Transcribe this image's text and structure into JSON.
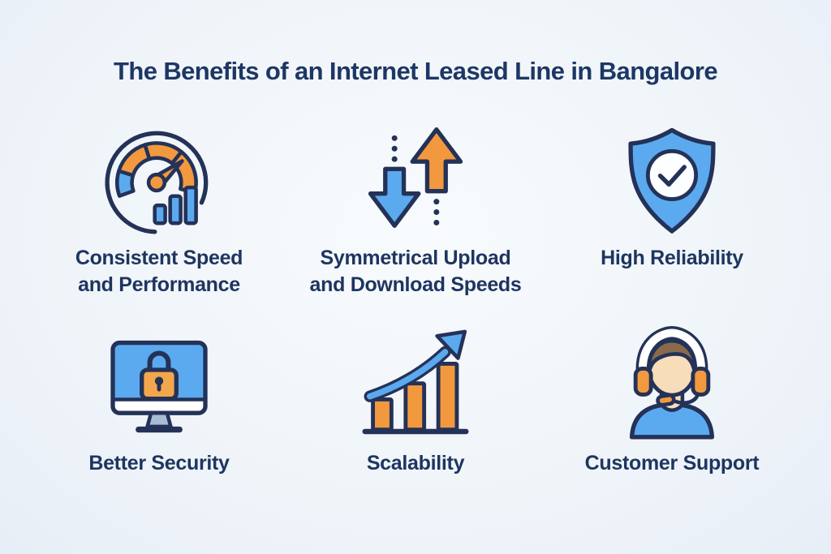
{
  "title": "The Benefits of an Internet Leased Line in Bangalore",
  "colors": {
    "navy_outline": "#243258",
    "title_text": "#1d3765",
    "label_text": "#1e3560",
    "orange": "#F2993F",
    "blue": "#5BAAEF",
    "background": "#F0F4F9",
    "white": "#FFFFFF",
    "stand_gray": "#A9BCD4",
    "skin": "#F7DDBA",
    "hair": "#8A6A4C"
  },
  "items": [
    {
      "icon": "speedometer-icon",
      "label": "Consistent Speed and Performance",
      "lines": [
        "Consistent Speed",
        "and Performance"
      ]
    },
    {
      "icon": "upload-download-arrows-icon",
      "label": "Symmetrical Upload and Download Speeds",
      "lines": [
        "Symmetrical Upload",
        "and Download Speeds"
      ]
    },
    {
      "icon": "shield-check-icon",
      "label": "High Reliability",
      "lines": [
        "High Reliability"
      ]
    },
    {
      "icon": "monitor-lock-icon",
      "label": "Better Security",
      "lines": [
        "Better Security"
      ]
    },
    {
      "icon": "growth-chart-icon",
      "label": "Scalability",
      "lines": [
        "Scalability"
      ]
    },
    {
      "icon": "support-agent-icon",
      "label": "Customer Support",
      "lines": [
        "Customer Support"
      ]
    }
  ]
}
